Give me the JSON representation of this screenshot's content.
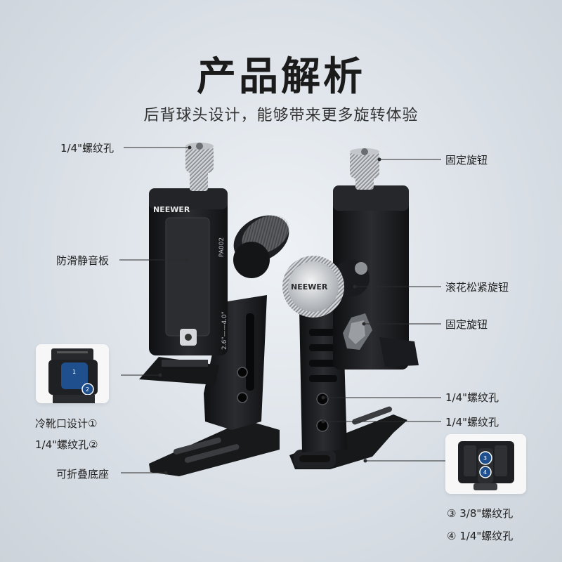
{
  "header": {
    "title": "产品解析",
    "subtitle": "后背球头设计，能够带来更多旋转体验"
  },
  "brand": "NEEWER",
  "model_mark": "PA002",
  "scale_mark": "2.6\"——4.0\"",
  "callouts": {
    "screw_hole_top": "1/4\"螺纹孔",
    "anti_slip_pad": "防滑静音板",
    "cold_shoe": "冷靴口设计①",
    "screw_hole_2": "1/4\"螺纹孔②",
    "foldable_base": "可折叠底座",
    "fixing_knob_top": "固定旋钮",
    "knurled_knob": "滚花松紧旋钮",
    "fixing_knob_mid": "固定旋钮",
    "screw_hole_a": "1/4\"螺纹孔",
    "screw_hole_b": "1/4\"螺纹孔",
    "screw_hole_3": "③  3/8\"螺纹孔",
    "screw_hole_4": "④  1/4\"螺纹孔"
  },
  "badges": {
    "one": "1",
    "two": "2",
    "three": "3",
    "four": "4"
  },
  "colors": {
    "metal_black": "#1c1d20",
    "badge_blue": "#1f4f8c",
    "silver": "#c9ccd0"
  }
}
